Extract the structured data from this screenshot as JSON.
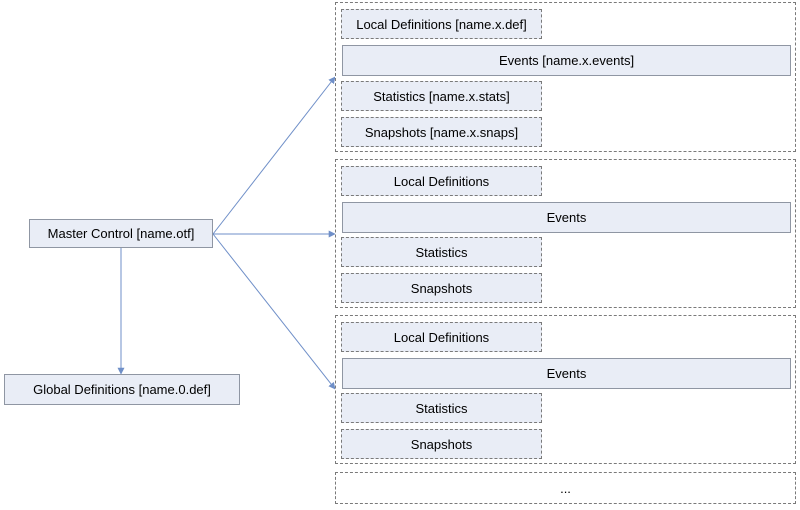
{
  "master_control": "Master Control [name.otf]",
  "global_definitions": "Global Definitions [name.0.def]",
  "groups": [
    {
      "local_definitions": "Local Definitions [name.x.def]",
      "events": "Events [name.x.events]",
      "statistics": "Statistics [name.x.stats]",
      "snapshots": "Snapshots [name.x.snaps]"
    },
    {
      "local_definitions": "Local Definitions",
      "events": "Events",
      "statistics": "Statistics",
      "snapshots": "Snapshots"
    },
    {
      "local_definitions": "Local Definitions",
      "events": "Events",
      "statistics": "Statistics",
      "snapshots": "Snapshots"
    }
  ],
  "more_label": "...",
  "colors": {
    "box_fill": "#e9edf6",
    "arrow": "#6f8fc8",
    "border": "#7a7a7a"
  }
}
